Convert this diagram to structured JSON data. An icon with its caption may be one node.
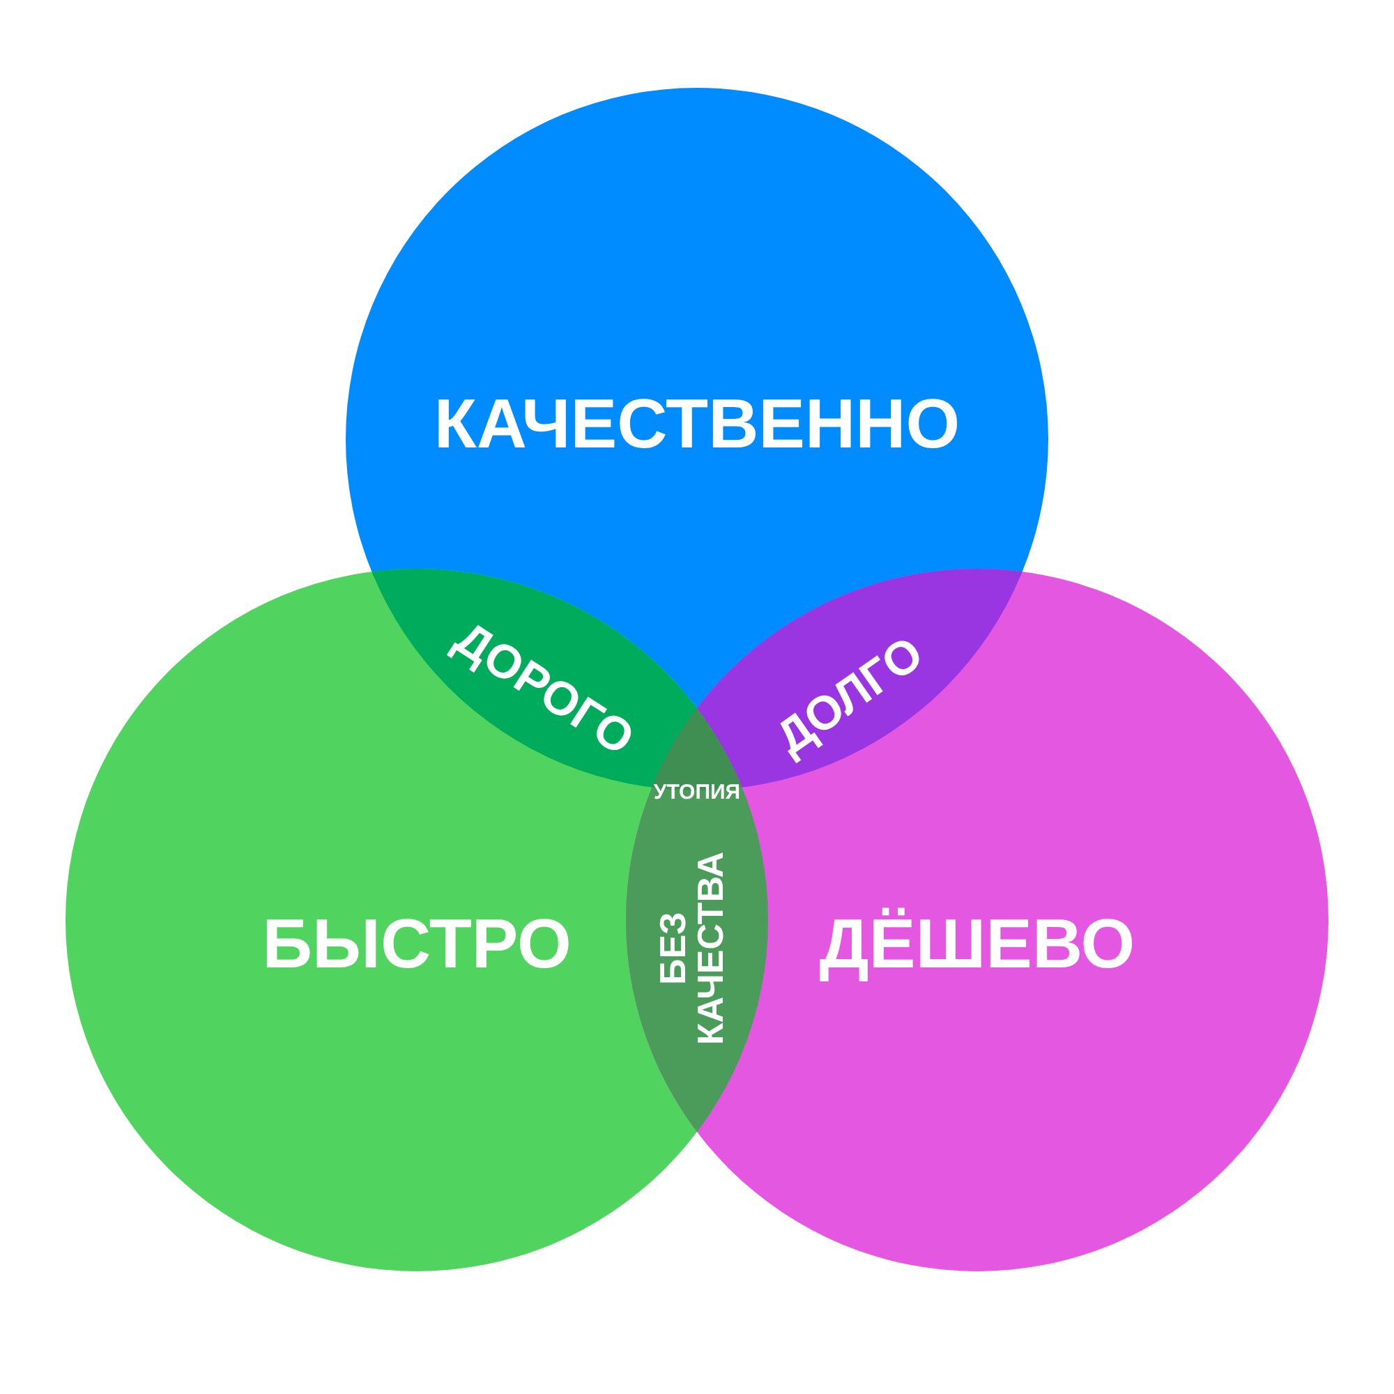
{
  "diagram": {
    "nodes": [
      {
        "text": [
          "КАЧЕСТВЕННО"
        ]
      },
      {
        "text": [
          "БЫСТРО"
        ]
      },
      {
        "text": [
          "ДЁШЕВО"
        ]
      }
    ],
    "edges": [],
    "labels": [
      "ДОРОГО",
      "ДОЛГО",
      "УТОПИЯ",
      "БЕЗ КАЧЕСТВА"
    ]
  }
}
